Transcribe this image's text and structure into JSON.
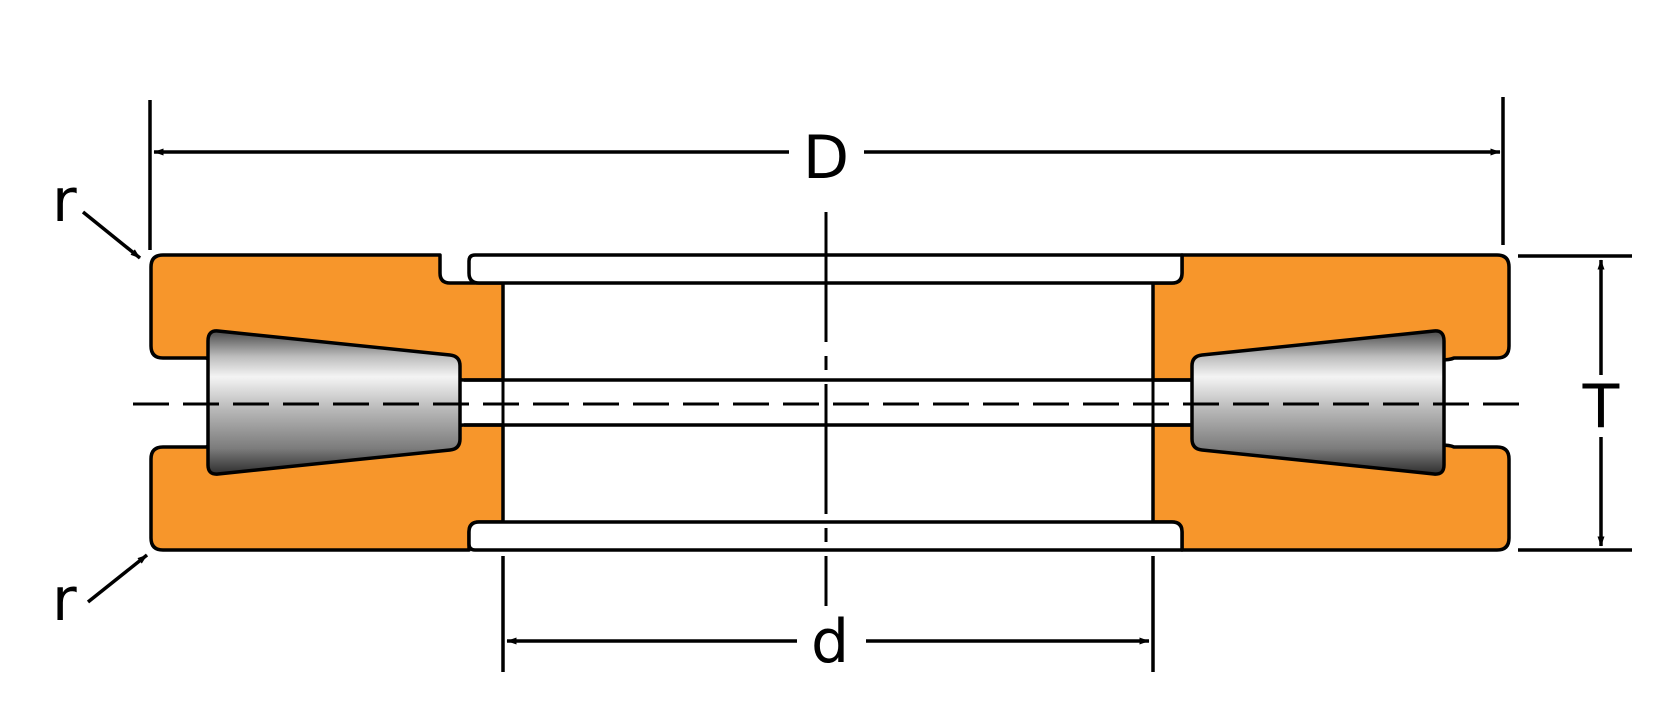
{
  "labels": {
    "outer_diameter": "D",
    "bore_diameter": "d",
    "height": "T",
    "radius_top": "r",
    "radius_bottom": "r"
  },
  "colors": {
    "washer": "#F7962B",
    "outline": "#000000",
    "background": "#FFFFFF",
    "roller_light": "#F2F2F2",
    "roller_mid": "#A8A8A8",
    "roller_dark": "#3A3A3A"
  }
}
